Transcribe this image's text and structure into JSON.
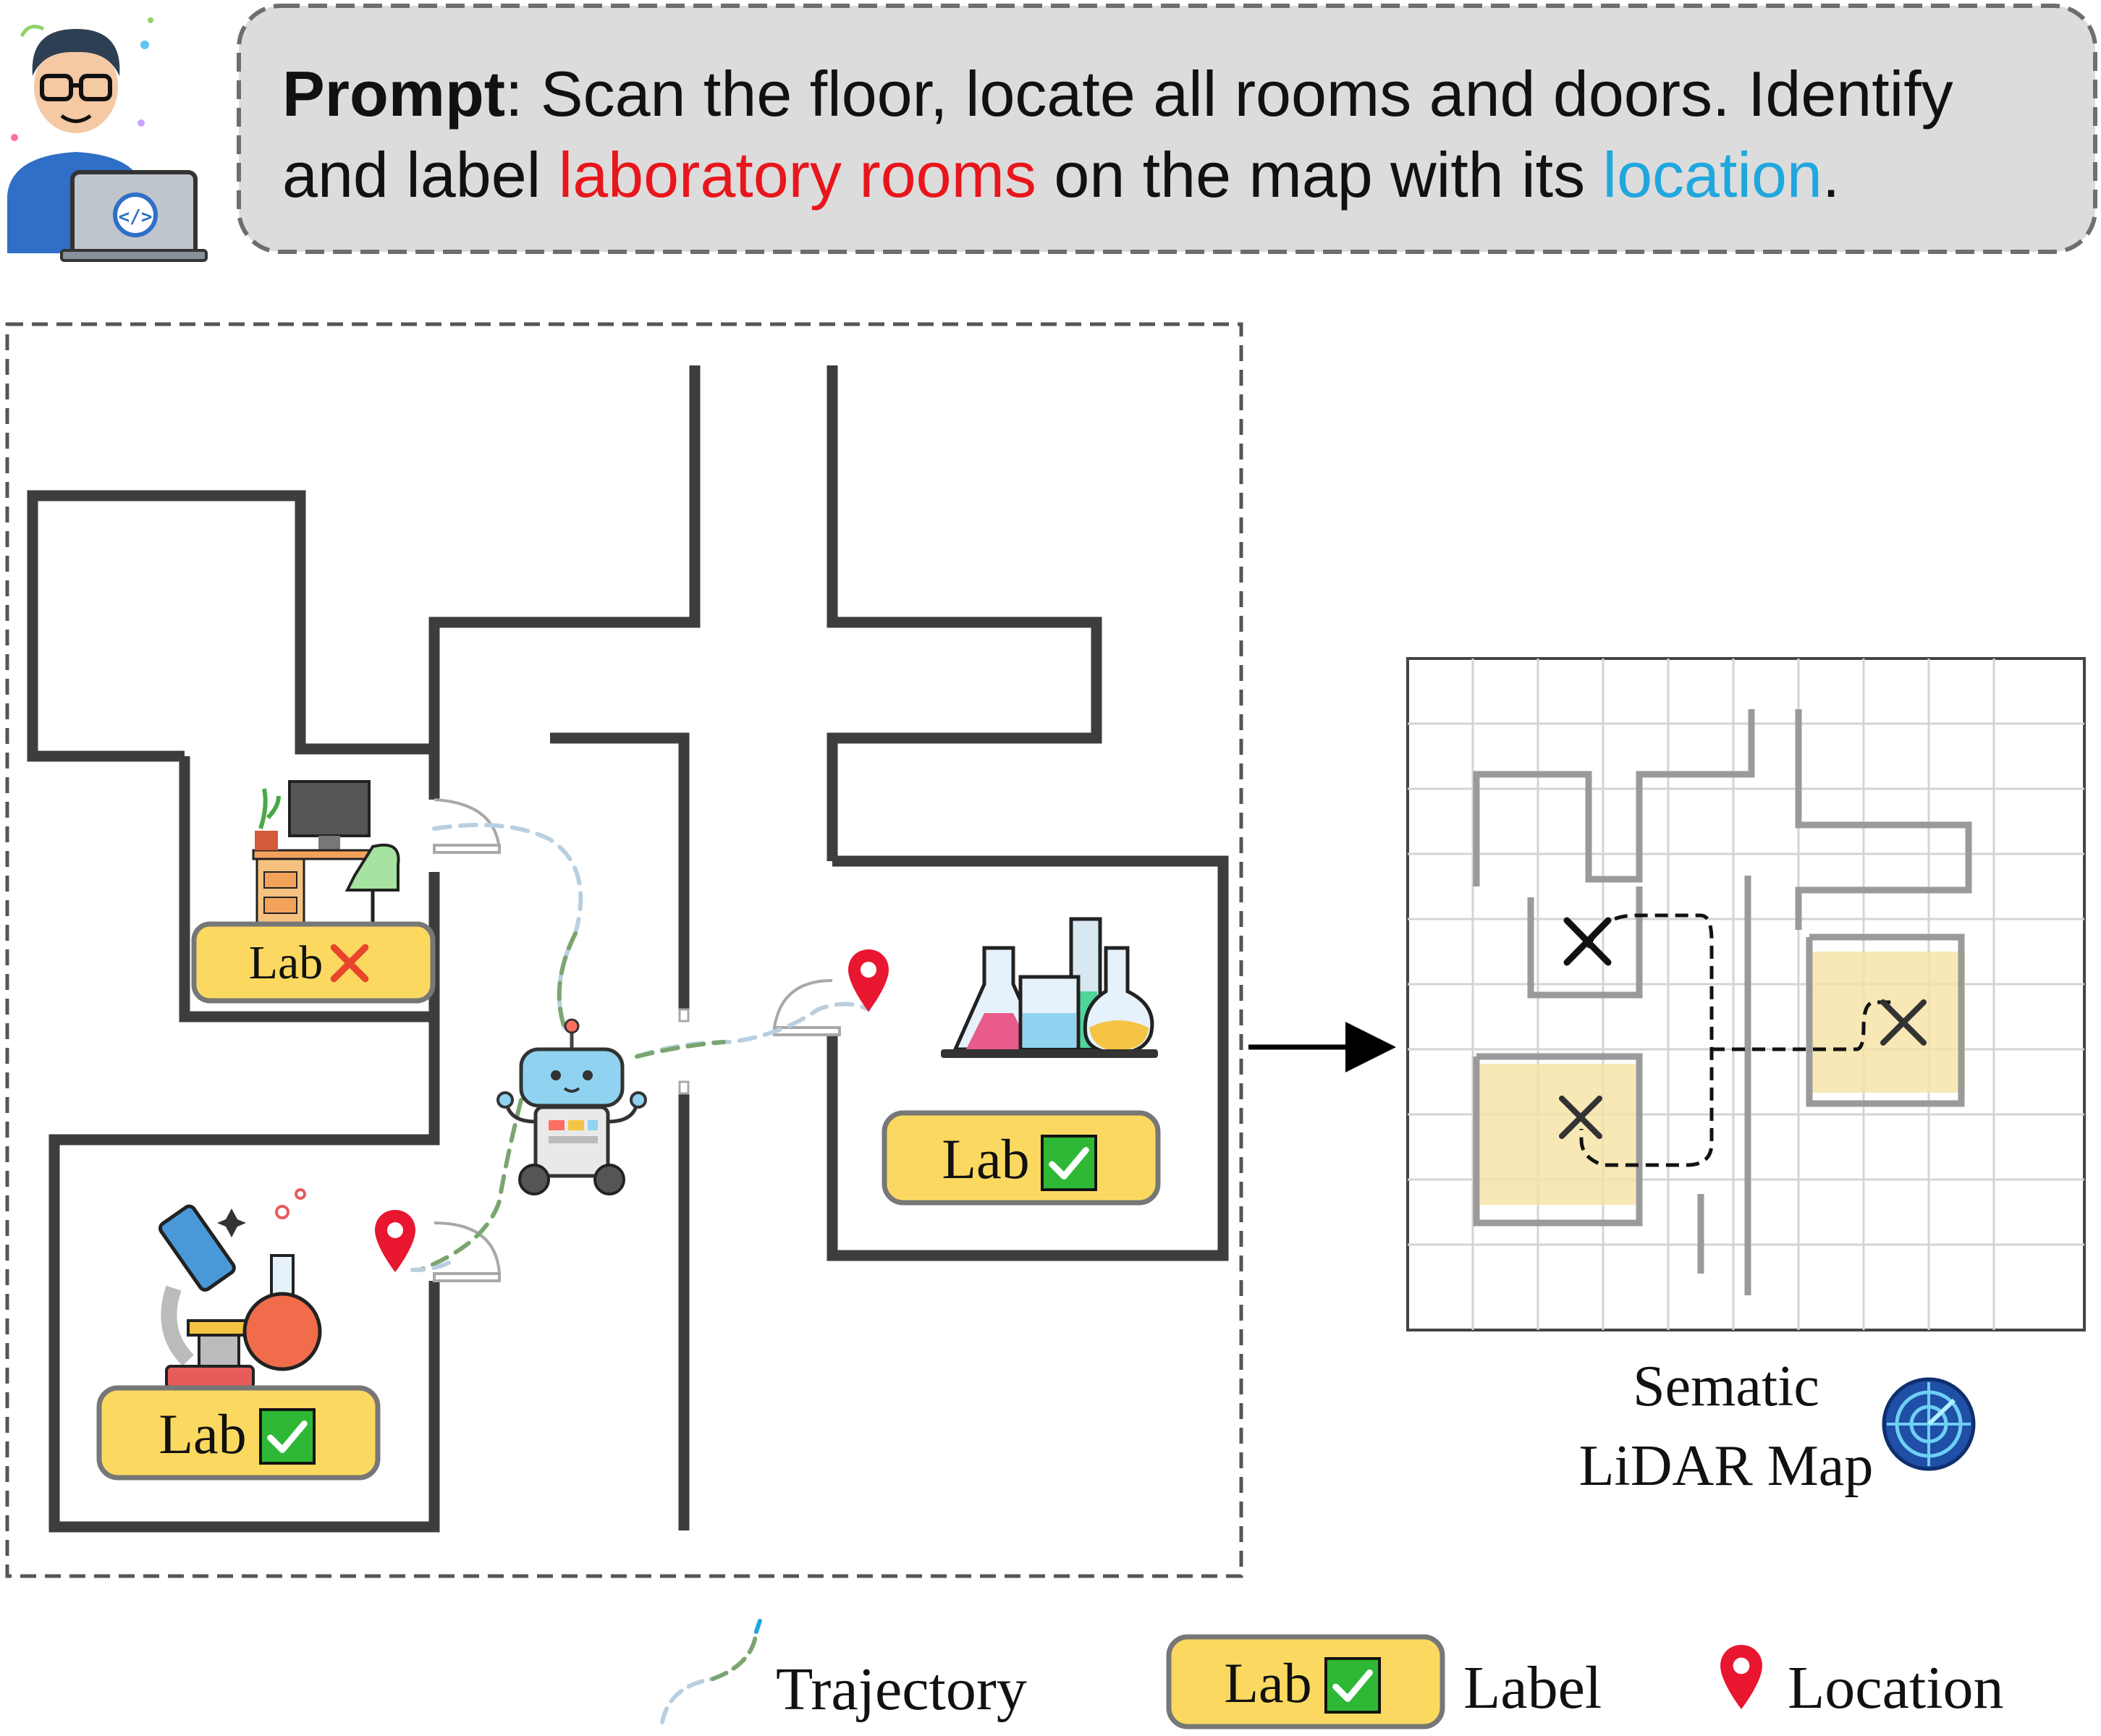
{
  "prompt": {
    "label": "Prompt",
    "part1": ": Scan the floor, locate all rooms and doors. Identify",
    "part2_start": "and label ",
    "highlight_rooms": "laboratory rooms",
    "part2_mid": " on the map with its ",
    "highlight_location": "location",
    "part2_end": ".",
    "colors": {
      "rooms": "#e8161c",
      "location": "#1fa7de"
    }
  },
  "floorplan": {
    "labels": [
      {
        "text": "Lab",
        "status": "cross"
      },
      {
        "text": "Lab",
        "status": "check"
      },
      {
        "text": "Lab",
        "status": "check"
      }
    ]
  },
  "lidar_map": {
    "caption_line1": "Sematic",
    "caption_line2": "LiDAR Map"
  },
  "legend": {
    "trajectory": "Trajectory",
    "label_sample": "Lab",
    "label": "Label",
    "location": "Location"
  },
  "colors": {
    "wall": "#3d3d3d",
    "label_fill": "#fbd960",
    "check": "#2fb835",
    "cross": "#e8452c",
    "pin": "#e8162f",
    "highlight": "#f6e2a4"
  }
}
